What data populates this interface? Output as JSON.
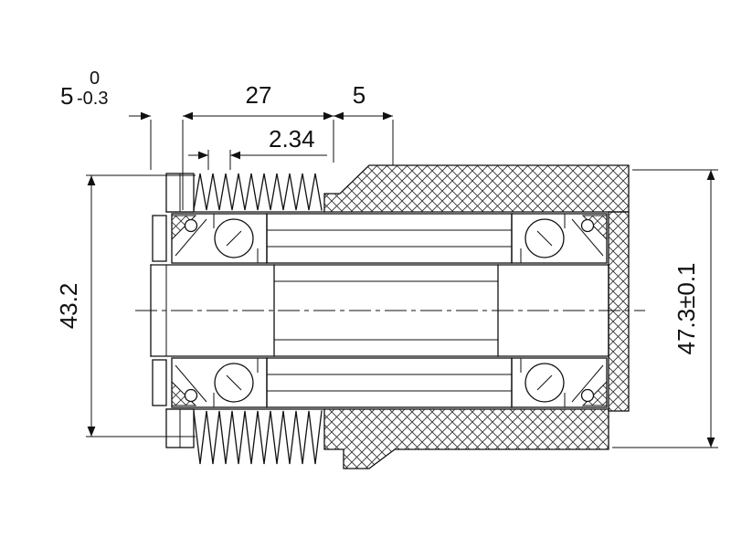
{
  "page": {
    "background": "#ffffff",
    "line_color": "#111111",
    "description": "Engineering cross-section drawing of a double-bearing pulley assembly"
  },
  "dimensions": {
    "seg_5_tol": {
      "value": "5",
      "tol_upper": "0",
      "tol_lower": "-0.3"
    },
    "seg_27": "27",
    "seg_5": "5",
    "pitch_2_34": "2.34",
    "height_left": "43.2",
    "height_right": "47.3±0.1"
  }
}
